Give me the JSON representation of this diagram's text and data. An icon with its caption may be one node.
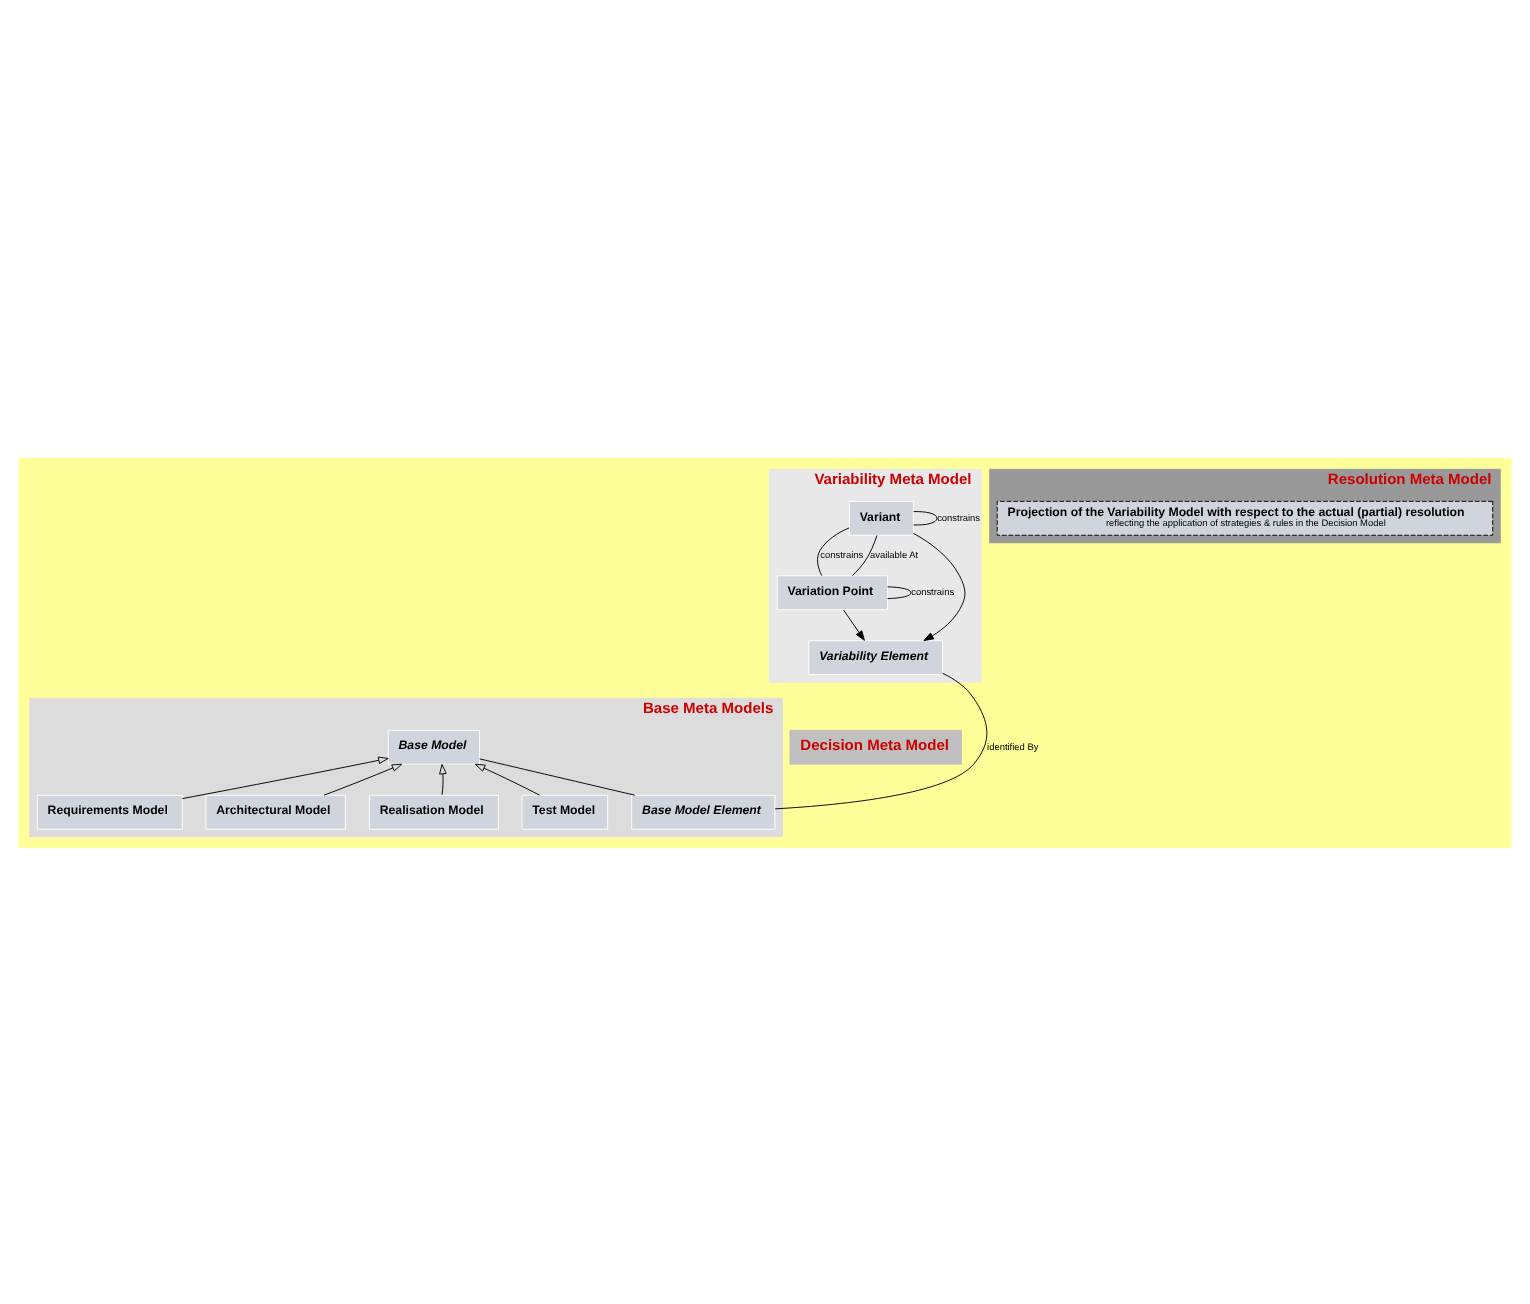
{
  "diagram": {
    "nodes": [
      {
        "text": [
          "Variability Meta Model"
        ]
      },
      {
        "text": [
          "Variation Point"
        ],
        "in": 0
      },
      {
        "text": [
          "Variant"
        ],
        "in": 0
      },
      {
        "text": [
          "Variability Element"
        ],
        "in": 0
      },
      {
        "text": [
          "Decision Meta Model"
        ]
      },
      {
        "text": [
          "Base Meta Models"
        ]
      },
      {
        "text": [
          "Base Model"
        ],
        "in": 5
      },
      {
        "text": [
          "Base Model Element"
        ],
        "in": 5
      },
      {
        "text": [
          "Requirements Model"
        ],
        "in": 5
      },
      {
        "text": [
          "Architectural Model"
        ],
        "in": 5
      },
      {
        "text": [
          "Realisation Model"
        ],
        "in": 5
      },
      {
        "text": [
          "Test Model"
        ],
        "in": 5
      },
      {
        "text": [
          "Resolution Meta Model"
        ]
      },
      {
        "text": [
          "Projection of the Variability Model with respect to the actual (partial) resolution",
          "reflecting the application of strategies & rules in the Decision Model"
        ],
        "in": 12
      }
    ],
    "edges": [
      {
        "from": 1,
        "to": 1,
        "arrow": "none",
        "label": "constrains"
      },
      {
        "from": 2,
        "to": 1,
        "arrow": "none",
        "label": "constrains"
      },
      {
        "from": 2,
        "to": 1,
        "arrow": "none",
        "label": "available At"
      },
      {
        "from": 2,
        "to": 2,
        "arrow": "none",
        "label": "constrains"
      },
      {
        "from": 1,
        "to": 3,
        "arrow": "to"
      },
      {
        "from": 2,
        "to": 3,
        "arrow": "to"
      },
      {
        "from": 7,
        "to": 3,
        "arrow": "none",
        "label": "identified By"
      },
      {
        "from": 6,
        "to": 7,
        "arrow": "none"
      },
      {
        "from": 8,
        "to": 6,
        "arrow": "to"
      },
      {
        "from": 9,
        "to": 6,
        "arrow": "to"
      },
      {
        "from": 10,
        "to": 6,
        "arrow": "to"
      },
      {
        "from": 11,
        "to": 6,
        "arrow": "to"
      }
    ]
  }
}
